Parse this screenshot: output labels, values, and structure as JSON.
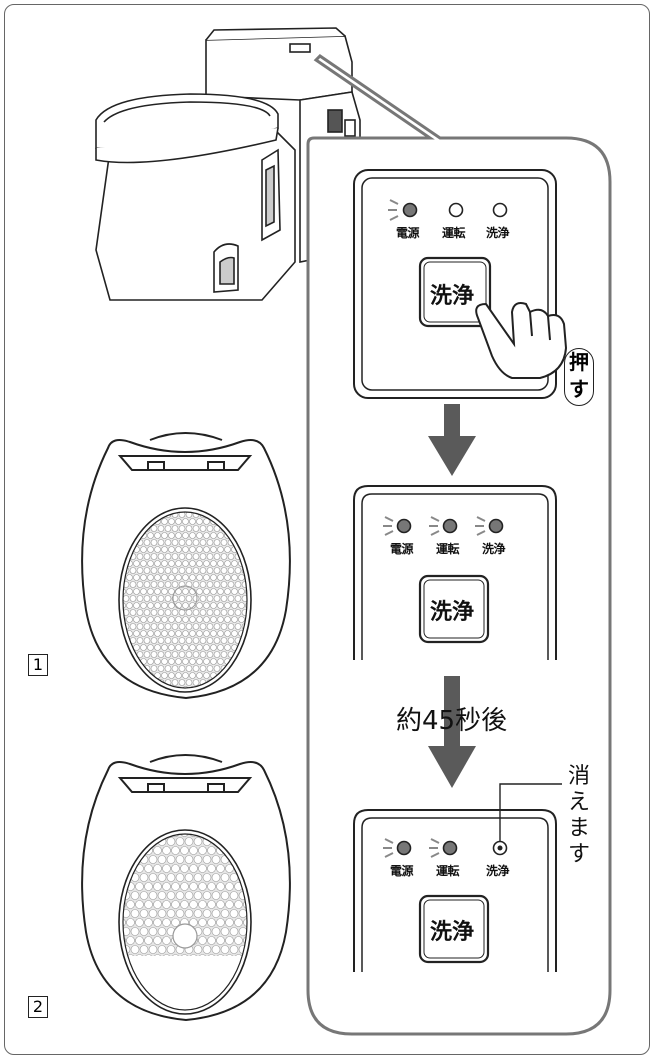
{
  "panel": {
    "led_labels": [
      "電源",
      "運転",
      "洗浄"
    ],
    "button_label": "洗浄"
  },
  "push_label": [
    "押",
    "す"
  ],
  "timer_label": "約45秒後",
  "vanish_label": [
    "消",
    "え",
    "ま",
    "す"
  ],
  "step_numbers": [
    "1",
    "2"
  ],
  "colors": {
    "arrow": "#5a5a5a",
    "led_gray": "#777777",
    "outline": "#222222"
  }
}
